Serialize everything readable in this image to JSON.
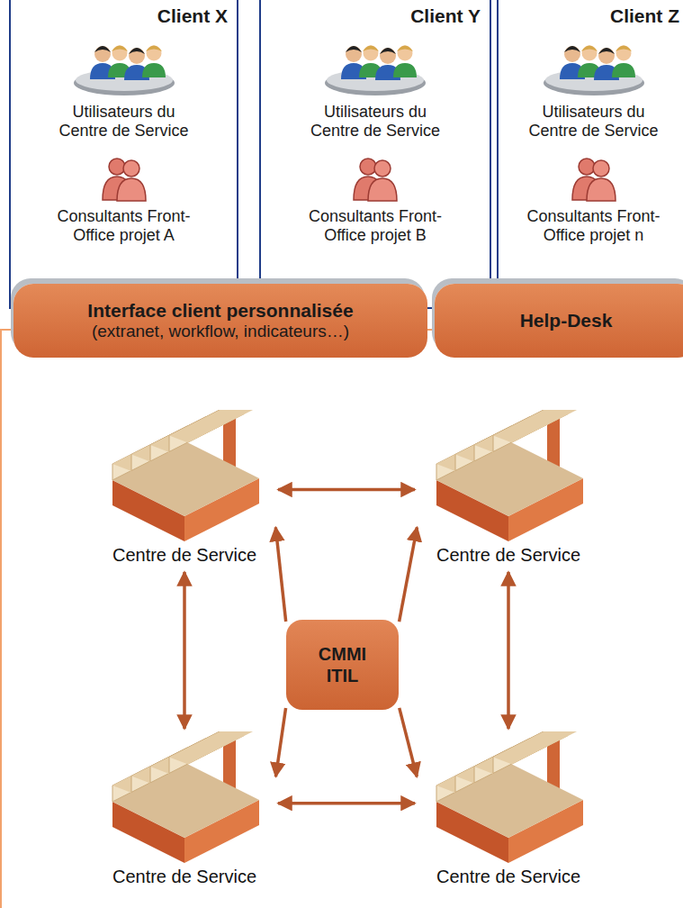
{
  "diagram": {
    "nodes": [
      {
        "text": [
          "Client X",
          "Utilisateurs du Centre de Service",
          "Consultants Front-Office projet A"
        ]
      },
      {
        "text": [
          "Client Y",
          "Utilisateurs du Centre de Service",
          "Consultants Front-Office projet B"
        ]
      },
      {
        "text": [
          "Client Z",
          "Utilisateurs du Centre de Service",
          "Consultants Front-Office projet n"
        ]
      },
      {
        "text": [
          "Interface client personnalisée",
          "(extranet, workflow, indicateurs…)"
        ]
      },
      {
        "text": [
          "Help-Desk"
        ]
      },
      {
        "text": [
          "Centre de Service"
        ]
      },
      {
        "text": [
          "Centre de Service"
        ]
      },
      {
        "text": [
          "Centre de Service"
        ]
      },
      {
        "text": [
          "Centre de Service"
        ]
      },
      {
        "text": [
          "CMMI ITIL"
        ]
      }
    ],
    "edges": [
      {
        "from": 5,
        "to": 6,
        "arrow": "both"
      },
      {
        "from": 5,
        "to": 7,
        "arrow": "both"
      },
      {
        "from": 6,
        "to": 8,
        "arrow": "both"
      },
      {
        "from": 7,
        "to": 8,
        "arrow": "both"
      },
      {
        "from": 9,
        "to": 5,
        "arrow": "to"
      },
      {
        "from": 9,
        "to": 6,
        "arrow": "to"
      },
      {
        "from": 9,
        "to": 7,
        "arrow": "to"
      },
      {
        "from": 9,
        "to": 8,
        "arrow": "to"
      }
    ]
  }
}
